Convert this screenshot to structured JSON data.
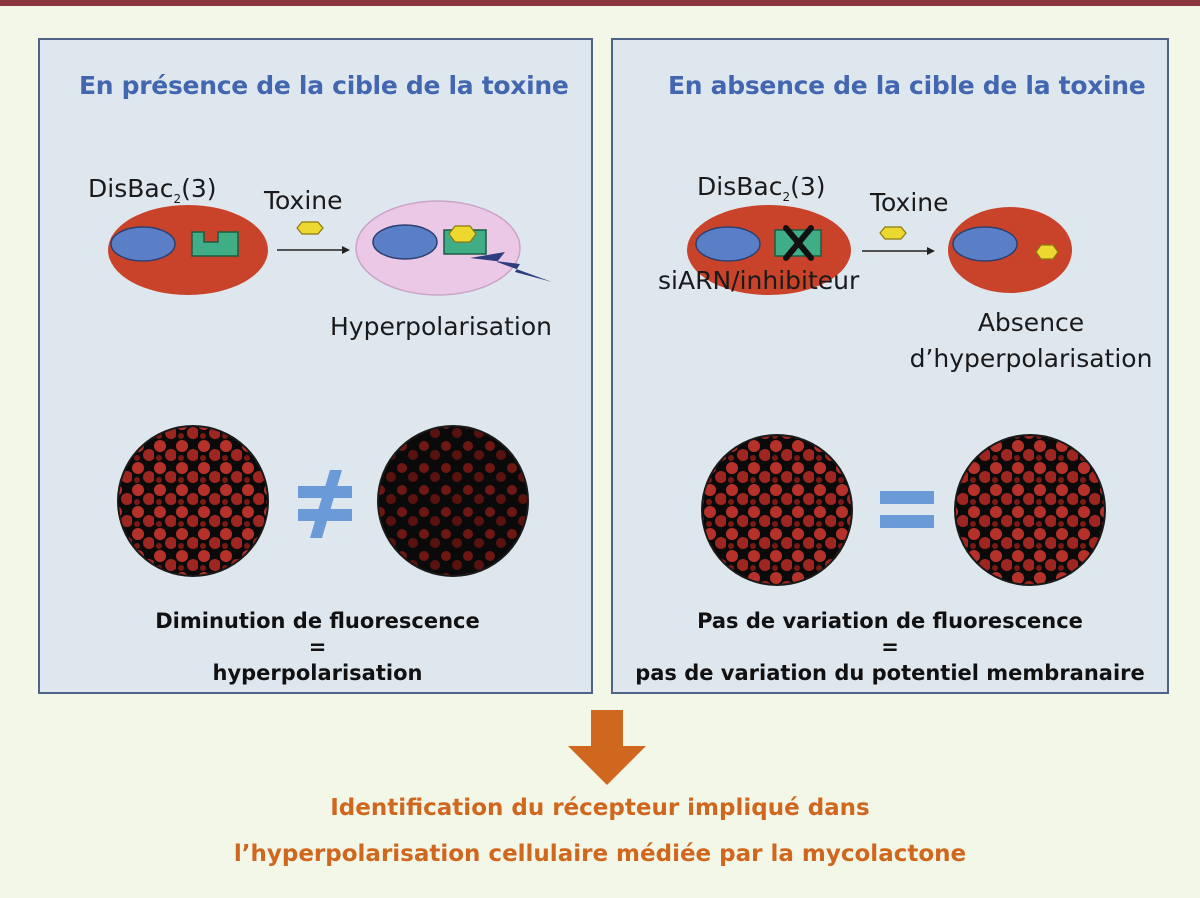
{
  "left_panel": {
    "title": "En présence de la cible de la toxine",
    "dye_label": "DisBac",
    "dye_subscript": "2",
    "dye_suffix": "(3)",
    "toxin_label": "Toxine",
    "result_label": "Hyperpolarisation",
    "caption_line1": "Diminution de fluorescence",
    "caption_eq": "=",
    "caption_line2": "hyperpolarisation",
    "relation_symbol": "≠"
  },
  "right_panel": {
    "title": "En absence de la cible de la toxine",
    "dye_label": "DisBac",
    "dye_subscript": "2",
    "dye_suffix": "(3)",
    "toxin_label": "Toxine",
    "inhibitor_label": "siARN/inhibiteur",
    "result_line1": "Absence",
    "result_line2": "d’hyperpolarisation",
    "caption_line1": "Pas de variation de fluorescence",
    "caption_eq": "=",
    "caption_line2": "pas de variation du potentiel membranaire",
    "relation_symbol": "="
  },
  "conclusion": {
    "line1": "Identification du récepteur impliqué dans",
    "line2": "l’hyperpolarisation cellulaire médiée par la mycolactone"
  },
  "colors": {
    "title_blue": "#4266b0",
    "cell_red": "#c9432a",
    "hyperpolarized_pink": "#ebc8e6",
    "nucleus_blue": "#5b7fc6",
    "receptor_green": "#3fae86",
    "toxin_yellow": "#ecd82f",
    "arrow_orange": "#d0671f",
    "frame_border": "#4d6486"
  }
}
